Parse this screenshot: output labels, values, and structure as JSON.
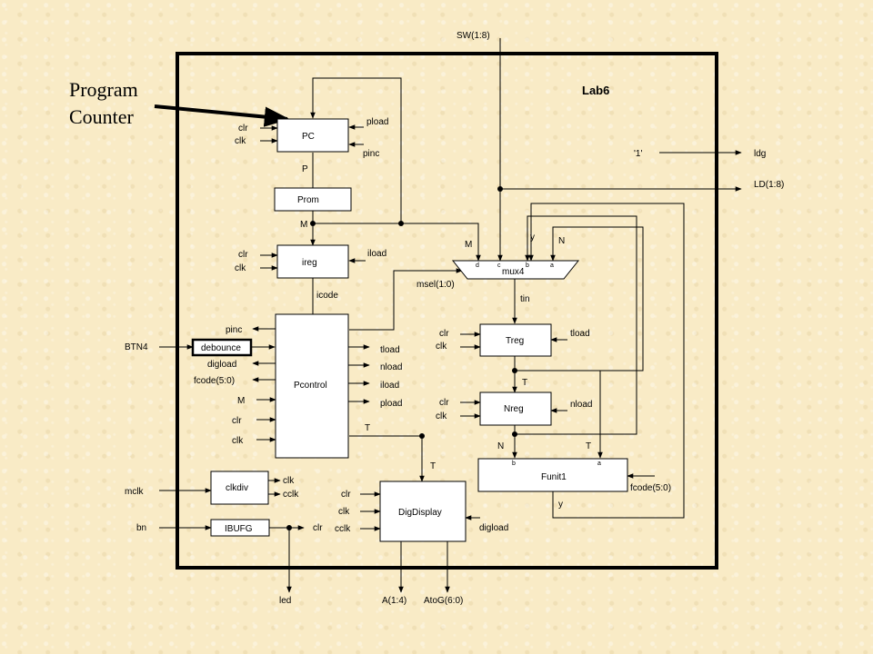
{
  "callout": {
    "line1": "Program",
    "line2": "Counter"
  },
  "title": "Lab6",
  "blocks": {
    "pc": "PC",
    "prom": "Prom",
    "ireg": "ireg",
    "debounce": "debounce",
    "pcontrol": "Pcontrol",
    "clkdiv": "clkdiv",
    "ibufg": "IBUFG",
    "digdisplay": "DigDisplay",
    "mux4": "mux4",
    "treg": "Treg",
    "nreg": "Nreg",
    "funit1": "Funit1"
  },
  "ports": {
    "pc_clr": "clr",
    "pc_clk": "clk",
    "pc_pload": "pload",
    "pc_pinc": "pinc",
    "pc_out": "P",
    "prom_out": "M",
    "ireg_clr": "clr",
    "ireg_clk": "clk",
    "ireg_iload": "iload",
    "ireg_out": "icode",
    "pc_left_pinc": "pinc",
    "pc_left_digload": "digload",
    "pc_left_fcode": "fcode(5:0)",
    "pc_left_m": "M",
    "pc_left_clr": "clr",
    "pc_left_clk": "clk",
    "pc_right_tload": "tload",
    "pc_right_nload": "nload",
    "pc_right_iload": "iload",
    "pc_right_pload": "pload",
    "pc_right_t": "T",
    "mux_m": "M",
    "mux_y": "y",
    "mux_n": "N",
    "mux_d": "d",
    "mux_c": "c",
    "mux_b": "b",
    "mux_a": "a",
    "mux_sel": "msel(1:0)",
    "mux_out": "tin",
    "treg_clr": "clr",
    "treg_clk": "clk",
    "treg_tload": "tload",
    "treg_out": "T",
    "nreg_clr": "clr",
    "nreg_clk": "clk",
    "nreg_nload": "nload",
    "funit_n": "N",
    "funit_t": "T",
    "funit_b": "b",
    "funit_a": "a",
    "funit_fcode": "fcode(5:0)",
    "funit_y": "y",
    "clkdiv_clk": "clk",
    "clkdiv_cclk": "cclk",
    "ibufg_clr": "clr",
    "dd_t": "T",
    "dd_clr": "clr",
    "dd_clk": "clk",
    "dd_cclk": "cclk",
    "dd_digload": "digload",
    "const_one": "'1'"
  },
  "io": {
    "sw": "SW(1:8)",
    "ldg": "ldg",
    "ld": "LD(1:8)",
    "btn4": "BTN4",
    "mclk": "mclk",
    "bn": "bn",
    "led": "led",
    "a": "A(1:4)",
    "atog": "AtoG(6:0)"
  }
}
